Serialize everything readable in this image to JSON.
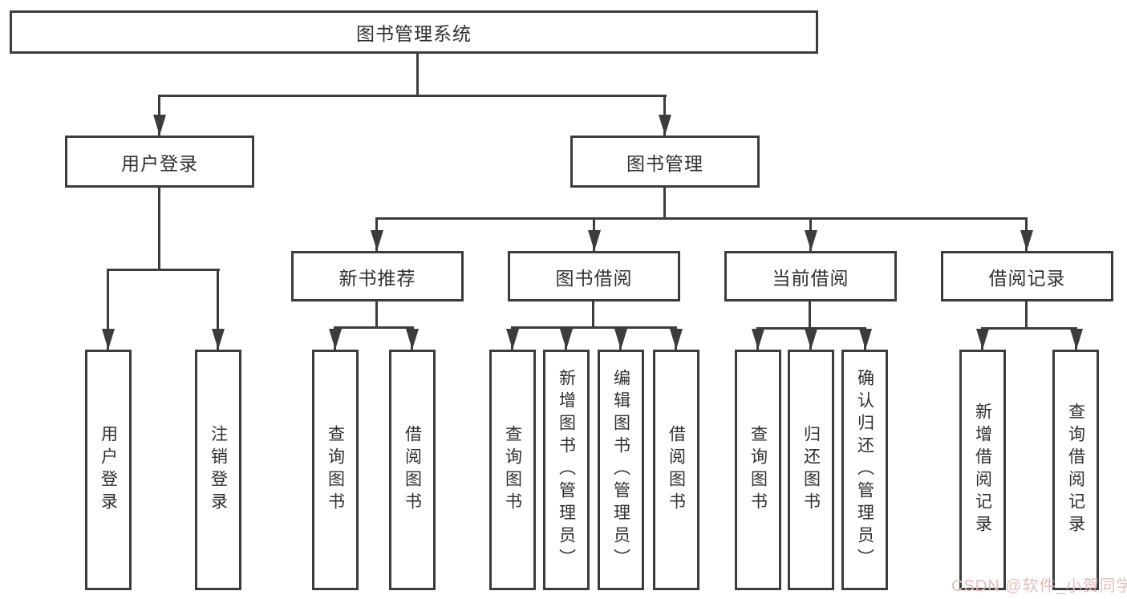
{
  "tree": {
    "root": {
      "label": "图书管理系统",
      "children": [
        {
          "label": "用户登录",
          "children": [
            {
              "label": "用户登录"
            },
            {
              "label": "注销登录"
            }
          ]
        },
        {
          "label": "图书管理",
          "children": [
            {
              "label": "新书推荐",
              "children": [
                {
                  "label": "查询图书"
                },
                {
                  "label": "借阅图书"
                }
              ]
            },
            {
              "label": "图书借阅",
              "children": [
                {
                  "label": "查询图书"
                },
                {
                  "label": "新增图书（管理员）"
                },
                {
                  "label": "编辑图书（管理员）"
                },
                {
                  "label": "借阅图书"
                }
              ]
            },
            {
              "label": "当前借阅",
              "children": [
                {
                  "label": "查询图书"
                },
                {
                  "label": "归还图书"
                },
                {
                  "label": "确认归还（管理员）"
                }
              ]
            },
            {
              "label": "借阅记录",
              "children": [
                {
                  "label": "新增借阅记录"
                },
                {
                  "label": "查询借阅记录"
                }
              ]
            }
          ]
        }
      ]
    }
  },
  "watermark": {
    "text": "CSDN @软件_小贺同学",
    "color": "#e4bcbc"
  },
  "colors": {
    "line": "#3c3c3c",
    "text": "#2f2f2f",
    "background": "#ffffff"
  }
}
